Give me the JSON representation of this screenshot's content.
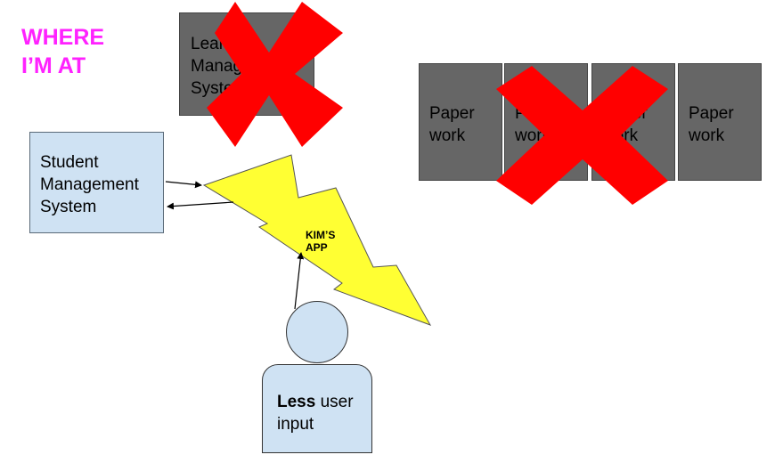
{
  "title": {
    "line1": "WHERE",
    "line2": "I’M AT"
  },
  "lms_box": {
    "line1": "Learning",
    "line2": "Management",
    "line3": "System"
  },
  "paper_boxes": [
    {
      "line1": "Paper",
      "line2": "work"
    },
    {
      "line1": "Paper",
      "line2": "work"
    },
    {
      "line1": "Paper",
      "line2": "work"
    },
    {
      "line1": "Paper",
      "line2": "work"
    }
  ],
  "sms_box": {
    "line1": "Student",
    "line2": "Management",
    "line3": "System"
  },
  "app": {
    "line1": "KIM’S",
    "line2": "APP"
  },
  "user": {
    "bold": "Less",
    "rest": "user input"
  },
  "colors": {
    "title": "#ff22ff",
    "cross": "#ff0000",
    "bolt": "#ffff33",
    "blue_box": "#cfe2f3",
    "gray_box": "#666666"
  }
}
